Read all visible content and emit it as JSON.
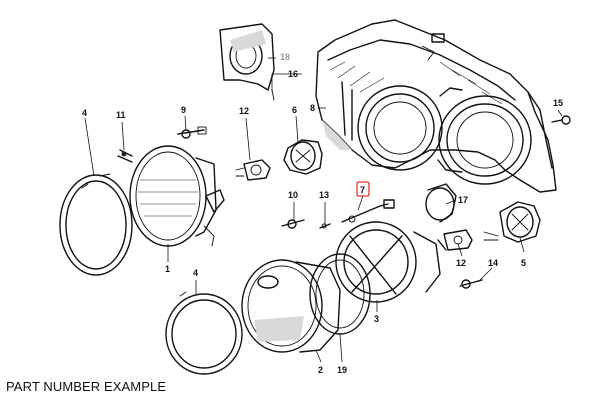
{
  "caption": "PART NUMBER EXAMPLE",
  "highlight_color": "#e4322b",
  "callouts": {
    "c18": "18",
    "c16": "16",
    "c8": "8",
    "c15": "15",
    "c4a": "4",
    "c11": "11",
    "c9": "9",
    "c12a": "12",
    "c6": "6",
    "c3": "3",
    "c7": "7",
    "c10": "10",
    "c13": "13",
    "c17": "17",
    "c1": "1",
    "c12b": "12",
    "c14": "14",
    "c5": "5",
    "c4b": "4",
    "c2": "2",
    "c19": "19"
  }
}
